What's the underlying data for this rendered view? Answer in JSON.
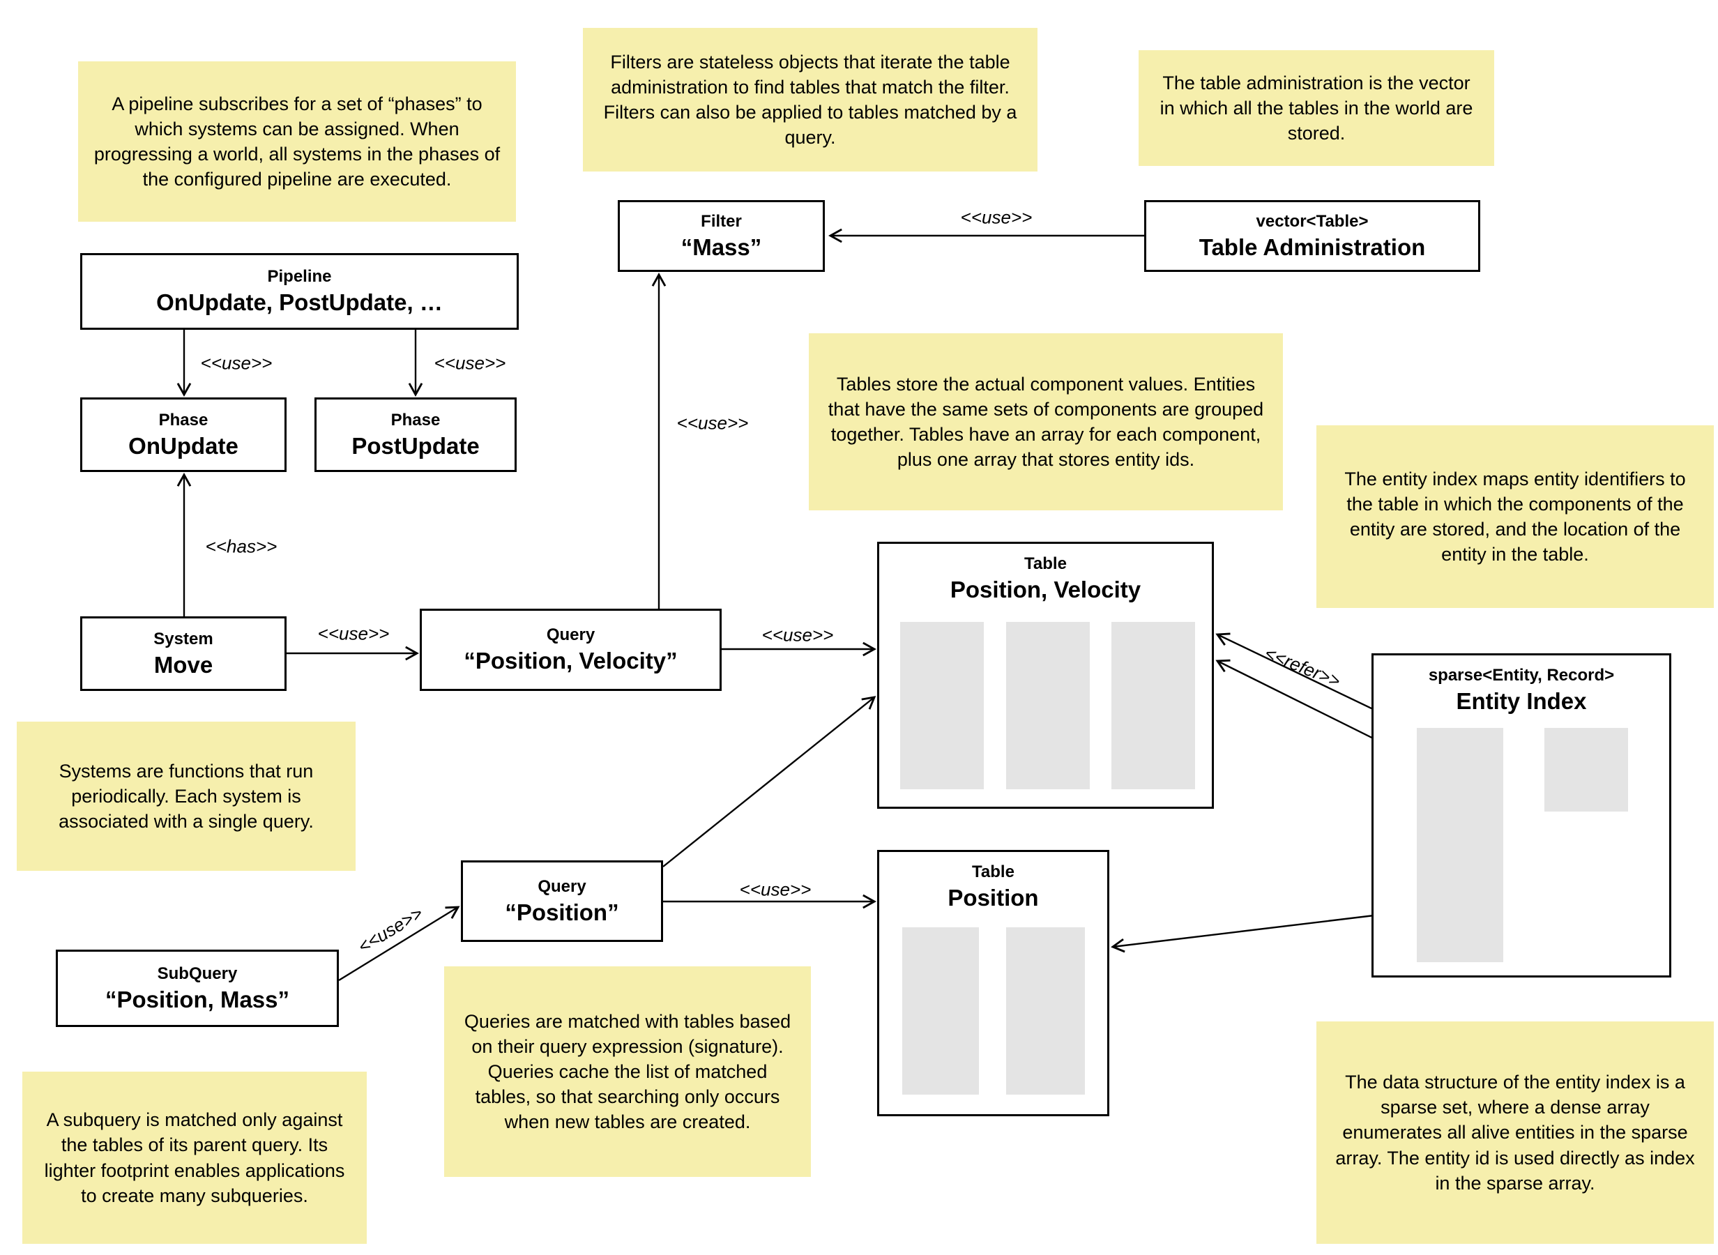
{
  "colors": {
    "note-bg": "#f6efad",
    "box-bg": "#ffffff",
    "line": "#000000",
    "slot": "#e4e4e4"
  },
  "labels": {
    "use": "<<use>>",
    "has": "<<has>>",
    "refer": "<<refer>>"
  },
  "notes": {
    "pipeline": "A pipeline subscribes for a set of “phases” to which systems can be assigned. When progressing a world, all systems in the phases of the configured pipeline are executed.",
    "filters": "Filters are stateless objects that iterate the table administration to find tables that match the filter. Filters can also be applied to tables matched by a query.",
    "table_admin": "The table administration is the vector in which all the tables in the world are stored.",
    "tables": "Tables store the actual component values. Entities that have the same sets of components are grouped together. Tables have an array for each component, plus one array that stores entity ids.",
    "entity_index": "The entity index maps entity identifiers to the table in which the components of the entity are stored, and the location of the entity in the table.",
    "systems": "Systems are functions that run periodically. Each system is associated with a single query.",
    "subquery": "A subquery is matched only against the tables of its parent query. Its lighter footprint enables applications to create many subqueries.",
    "queries": "Queries are matched with tables based on their query expression (signature). Queries cache the list of matched tables, so that searching only occurs when new tables are created.",
    "sparse_set": "The data structure of the entity index is a sparse set, where a dense array enumerates all alive entities in the sparse array. The entity id is used directly as index in the sparse array."
  },
  "boxes": {
    "pipeline": {
      "title": "Pipeline",
      "value": "OnUpdate, PostUpdate, …"
    },
    "phase_onupdate": {
      "title": "Phase",
      "value": "OnUpdate"
    },
    "phase_postupdate": {
      "title": "Phase",
      "value": "PostUpdate"
    },
    "system_move": {
      "title": "System",
      "value": "Move"
    },
    "query_pv": {
      "title": "Query",
      "value": "“Position, Velocity”"
    },
    "query_p": {
      "title": "Query",
      "value": "“Position”"
    },
    "subquery": {
      "title": "SubQuery",
      "value": "“Position, Mass”"
    },
    "filter": {
      "title": "Filter",
      "value": "“Mass”"
    },
    "table_admin": {
      "title": "vector<Table>",
      "value": "Table Administration"
    },
    "table_pv": {
      "title": "Table",
      "value": "Position, Velocity"
    },
    "table_p": {
      "title": "Table",
      "value": "Position"
    },
    "entity_index": {
      "title": "sparse<Entity, Record>",
      "value": "Entity Index"
    }
  }
}
